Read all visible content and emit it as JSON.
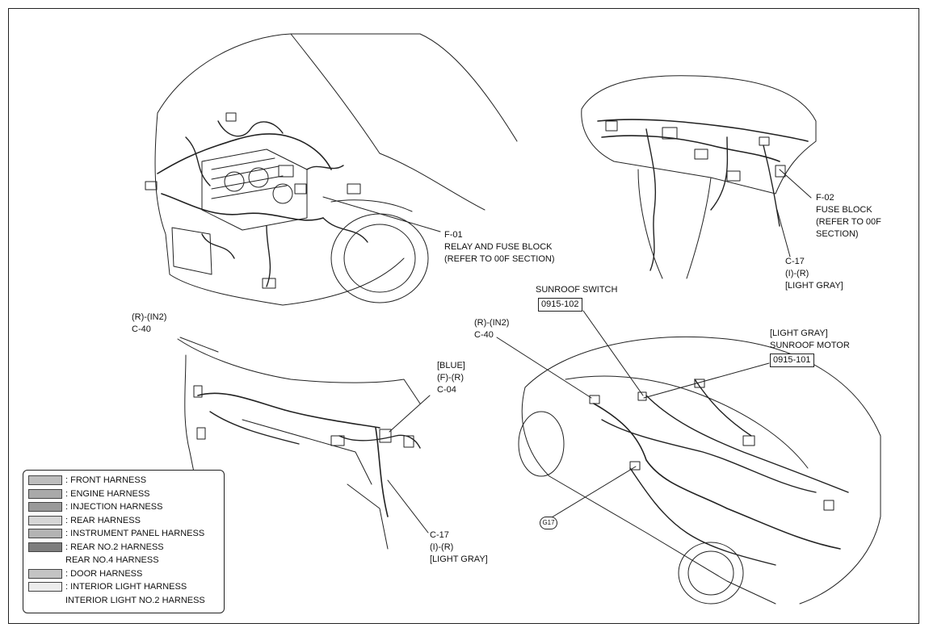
{
  "callouts": {
    "f01": {
      "code": "F-01",
      "name": "RELAY AND FUSE BLOCK",
      "note": "(REFER TO 00F SECTION)"
    },
    "f02": {
      "code": "F-02",
      "name": "FUSE BLOCK",
      "note1": "(REFER TO 00F",
      "note2": "SECTION)"
    },
    "c17_top": {
      "code": "C-17",
      "pins": "(I)-(R)",
      "color": "[LIGHT GRAY]"
    },
    "c40_left": {
      "pins": "(R)-(IN2)",
      "code": "C-40"
    },
    "c04": {
      "color": "[BLUE]",
      "pins": "(F)-(R)",
      "code": "C-04"
    },
    "c17_bottom": {
      "code": "C-17",
      "pins": "(I)-(R)",
      "color": "[LIGHT GRAY]"
    },
    "sunroof_switch": {
      "name": "SUNROOF SWITCH",
      "part": "0915-102"
    },
    "c40_right": {
      "pins": "(R)-(IN2)",
      "code": "C-40"
    },
    "sunroof_motor": {
      "color": "[LIGHT GRAY]",
      "name": "SUNROOF MOTOR",
      "part": "0915-101"
    },
    "ground": {
      "code": "G17"
    }
  },
  "legend": [
    {
      "label": ": FRONT HARNESS",
      "color": "#bdbdbd"
    },
    {
      "label": ": ENGINE HARNESS",
      "color": "#a9a9a9"
    },
    {
      "label": ": INJECTION HARNESS",
      "color": "#9a9a9a"
    },
    {
      "label": ": REAR HARNESS",
      "color": "#d6d6d6"
    },
    {
      "label": ": INSTRUMENT PANEL HARNESS",
      "color": "#b3b3b3"
    },
    {
      "label": ": REAR NO.2 HARNESS",
      "color": "#7d7d7d"
    },
    {
      "label": "REAR NO.4 HARNESS",
      "color": ""
    },
    {
      "label": ": DOOR HARNESS",
      "color": "#c4c4c4"
    },
    {
      "label": ": INTERIOR LIGHT HARNESS",
      "color": "#ececec"
    },
    {
      "label": "INTERIOR LIGHT NO.2 HARNESS",
      "color": ""
    }
  ]
}
